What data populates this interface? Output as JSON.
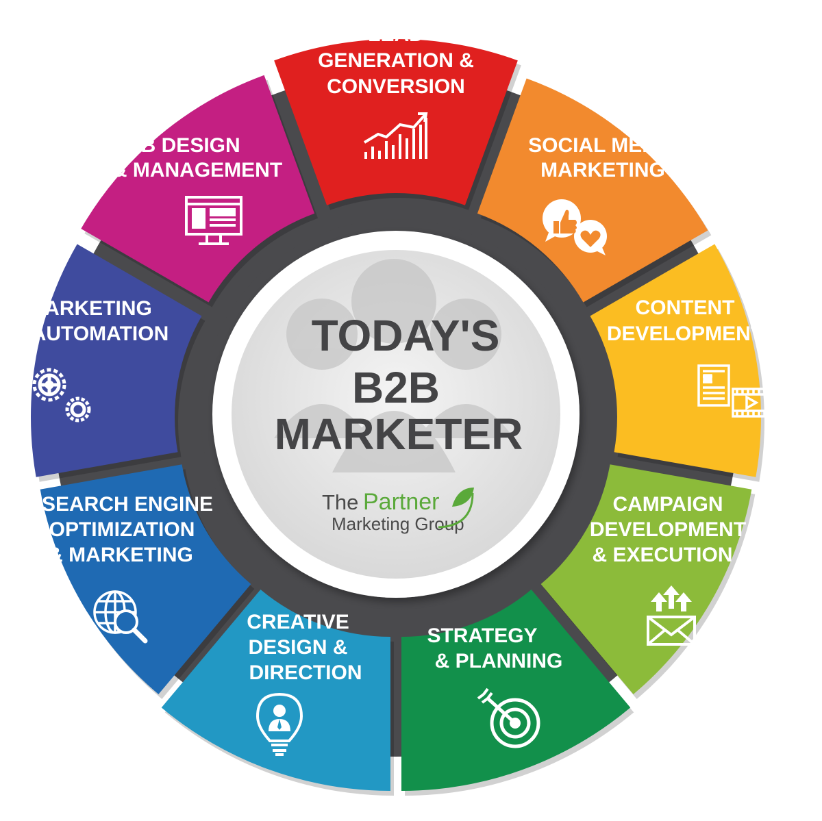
{
  "center": {
    "title_lines": [
      "TODAY'S",
      "B2B",
      "MARKETER"
    ]
  },
  "logo": {
    "the": "The",
    "partner": "Partner",
    "subtitle": "Marketing Group",
    "brand_color": "#5aa93a"
  },
  "segments": [
    {
      "id": "lead",
      "lines": [
        "LEAD",
        "GENERATION &",
        "CONVERSION"
      ],
      "color": "#e0201f",
      "icon": "growth-chart-icon"
    },
    {
      "id": "social",
      "lines": [
        "SOCIAL MEDIA",
        "MARKETING"
      ],
      "color": "#f28a2e",
      "icon": "social-chat-icon"
    },
    {
      "id": "content",
      "lines": [
        "CONTENT",
        "DEVELOPMENT"
      ],
      "color": "#fbbd22",
      "icon": "document-video-icon"
    },
    {
      "id": "campaign",
      "lines": [
        "CAMPAIGN",
        "DEVELOPMENT",
        "& EXECUTION"
      ],
      "color": "#8cbb3a",
      "icon": "envelope-arrows-icon"
    },
    {
      "id": "strategy",
      "lines": [
        "STRATEGY",
        "& PLANNING"
      ],
      "color": "#12904b",
      "icon": "target-icon"
    },
    {
      "id": "creative",
      "lines": [
        "CREATIVE",
        "DESIGN &",
        "DIRECTION"
      ],
      "color": "#2298c4",
      "icon": "lightbulb-person-icon"
    },
    {
      "id": "seo",
      "lines": [
        "SEARCH ENGINE",
        "OPTIMIZATION",
        "& MARKETING"
      ],
      "color": "#1f6ab3",
      "icon": "globe-search-icon"
    },
    {
      "id": "automation",
      "lines": [
        "MARKETING",
        "AUTOMATION"
      ],
      "color": "#3f4b9e",
      "icon": "gears-icon"
    },
    {
      "id": "web",
      "lines": [
        "WEB DESIGN",
        "& MANAGEMENT"
      ],
      "color": "#c41f82",
      "icon": "monitor-icon"
    }
  ],
  "colors": {
    "ring": "#4a4a4d",
    "center_bg": "#e2e2e2",
    "title": "#444446"
  }
}
